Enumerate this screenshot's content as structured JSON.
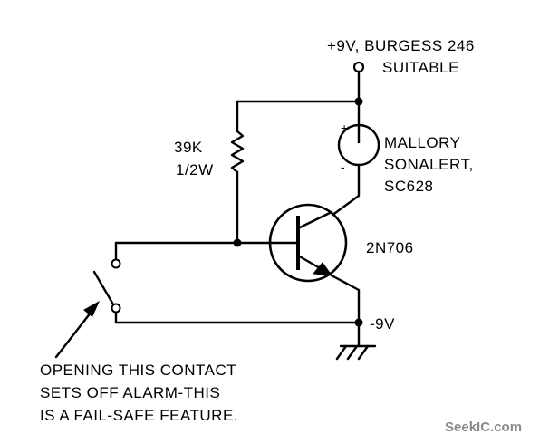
{
  "diagram": {
    "supply": {
      "line1": "+9V, BURGESS 246",
      "line2": "SUITABLE"
    },
    "resistor": {
      "line1": "39K",
      "line2": "1/2W"
    },
    "buzzer": {
      "line1": "MALLORY",
      "line2": "SONALERT,",
      "line3": "SC628",
      "plus": "+",
      "minus": "-"
    },
    "transistor": {
      "label": "2N706"
    },
    "negative": {
      "label": "-9V"
    },
    "note": {
      "line1": "OPENING THIS CONTACT",
      "line2": "SETS OFF ALARM-THIS",
      "line3": "IS A FAIL-SAFE FEATURE."
    },
    "watermark": "SeekIC.com"
  }
}
